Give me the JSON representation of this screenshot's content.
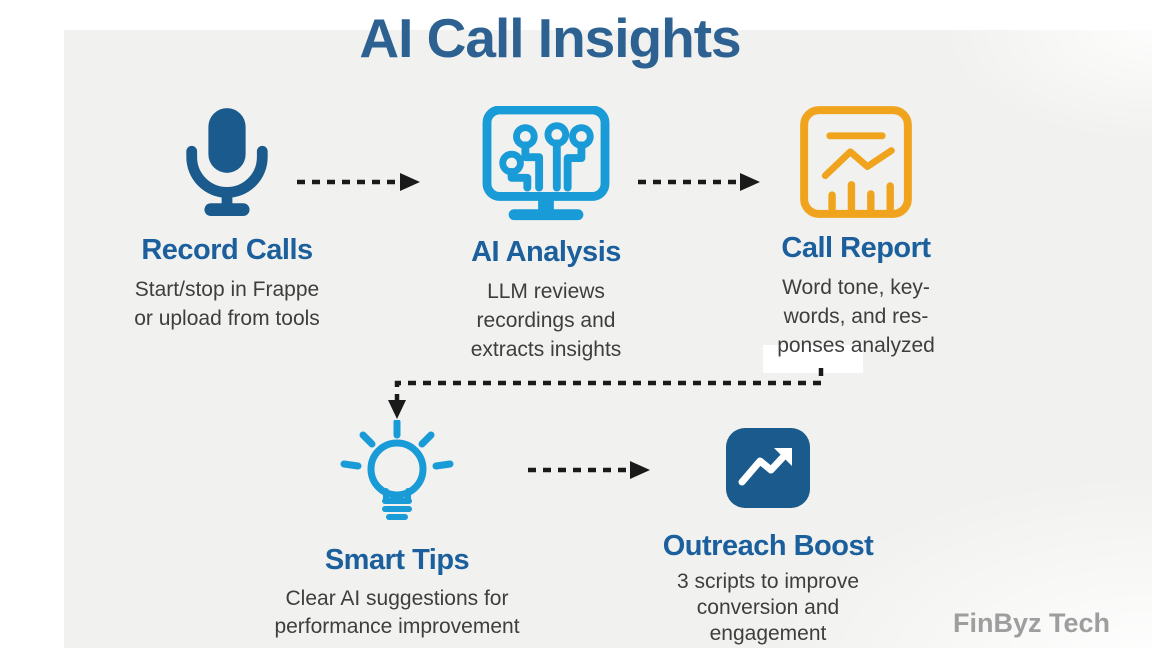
{
  "title": "AI Call Insights",
  "watermark": "FinByz Tech",
  "colors": {
    "title-blue": "#2d6191",
    "heading-blue": "#1b5f9c",
    "dark-blue": "#1a5a8c",
    "cyan": "#189bd7",
    "orange": "#f0a41e",
    "body-text": "#3e3e3e",
    "arrow-black": "#1a1a1a",
    "brand-gray": "#9e9e9e",
    "panel-bg": "#f1f1ef"
  },
  "steps": [
    {
      "id": "record-calls",
      "icon": "microphone-icon",
      "label": "Record Calls",
      "description": "Start/stop in Frappe\nor upload from tools"
    },
    {
      "id": "ai-analysis",
      "icon": "ai-circuit-monitor-icon",
      "label": "AI Analysis",
      "description": "LLM reviews\nrecordings and\nextracts insights"
    },
    {
      "id": "call-report",
      "icon": "report-chart-icon",
      "label": "Call Report",
      "description": "Word tone, key-\nwords, and res-\nponses analyzed"
    },
    {
      "id": "smart-tips",
      "icon": "lightbulb-icon",
      "label": "Smart Tips",
      "description": "Clear AI suggestions for\nperformance improvement"
    },
    {
      "id": "outreach-boost",
      "icon": "trending-up-icon",
      "label": "Outreach Boost",
      "description": "3 scripts to improve\nconversion and\nengagement"
    }
  ],
  "connections": [
    {
      "from": "record-calls",
      "to": "ai-analysis"
    },
    {
      "from": "ai-analysis",
      "to": "call-report"
    },
    {
      "from": "call-report",
      "to": "smart-tips"
    },
    {
      "from": "smart-tips",
      "to": "outreach-boost"
    }
  ]
}
